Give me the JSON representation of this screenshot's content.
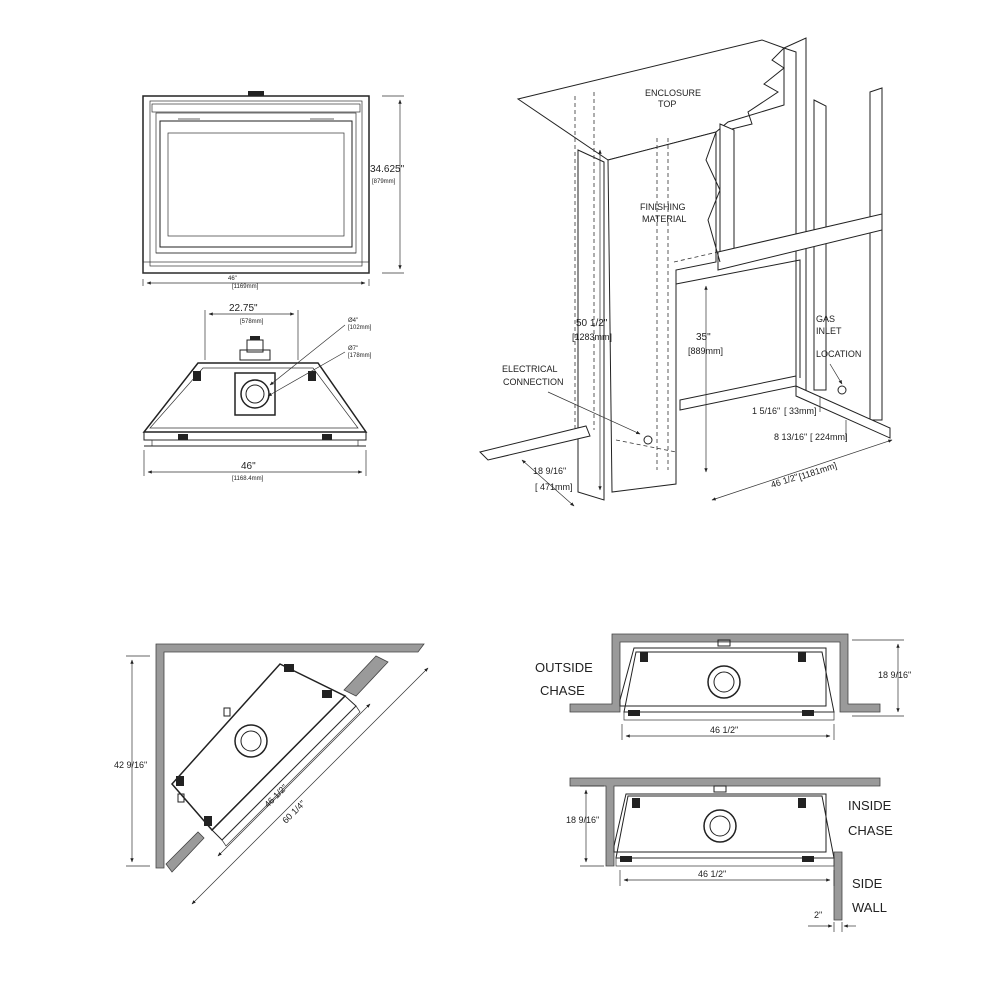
{
  "front_view": {
    "height_label": "34.625\"",
    "height_mm": "[879mm]",
    "width_label": "46\"",
    "width_mm": "[1169mm]"
  },
  "top_view": {
    "depth_label": "22.75\"",
    "depth_mm": "[578mm]",
    "inner_vent_label": "Ø4\"",
    "inner_vent_mm": "[102mm]",
    "outer_vent_label": "Ø7\"",
    "outer_vent_mm": "[178mm]",
    "width_label": "46\"",
    "width_mm": "[1168.4mm]"
  },
  "framing": {
    "enclosure_top_line1": "ENCLOSURE",
    "enclosure_top_line2": "TOP",
    "finishing_line1": "FINISHING",
    "finishing_line2": "MATERIAL",
    "height_label": "50 1/2\"",
    "height_mm": "[1283mm]",
    "opening_label": "35\"",
    "opening_mm": "[889mm]",
    "electrical_line1": "ELECTRICAL",
    "electrical_line2": "CONNECTION",
    "gas_line1": "GAS",
    "gas_line2": "INLET",
    "gas_line3": "LOCATION",
    "gas_height_label": "1 5/16\"",
    "gas_height_mm": "[ 33mm]",
    "gas_side_label": "8 13/16\"",
    "gas_side_mm": "[ 224mm]",
    "depth_label": "18 9/16\"",
    "depth_mm": "[ 471mm]",
    "width_label": "46 1/2\"",
    "width_mm": "[1181mm]"
  },
  "corner": {
    "height_label": "42 9/16\"",
    "inner_label": "46 1/2\"",
    "outer_label": "60 1/4\""
  },
  "outside_chase": {
    "title_line1": "OUTSIDE",
    "title_line2": "CHASE",
    "depth_label": "18 9/16\"",
    "width_label": "46 1/2\""
  },
  "inside_chase": {
    "title_line1": "INSIDE",
    "title_line2": "CHASE",
    "depth_label": "18 9/16\"",
    "width_label": "46 1/2\"",
    "side_wall_line1": "SIDE",
    "side_wall_line2": "WALL",
    "side_gap_label": "2\""
  }
}
